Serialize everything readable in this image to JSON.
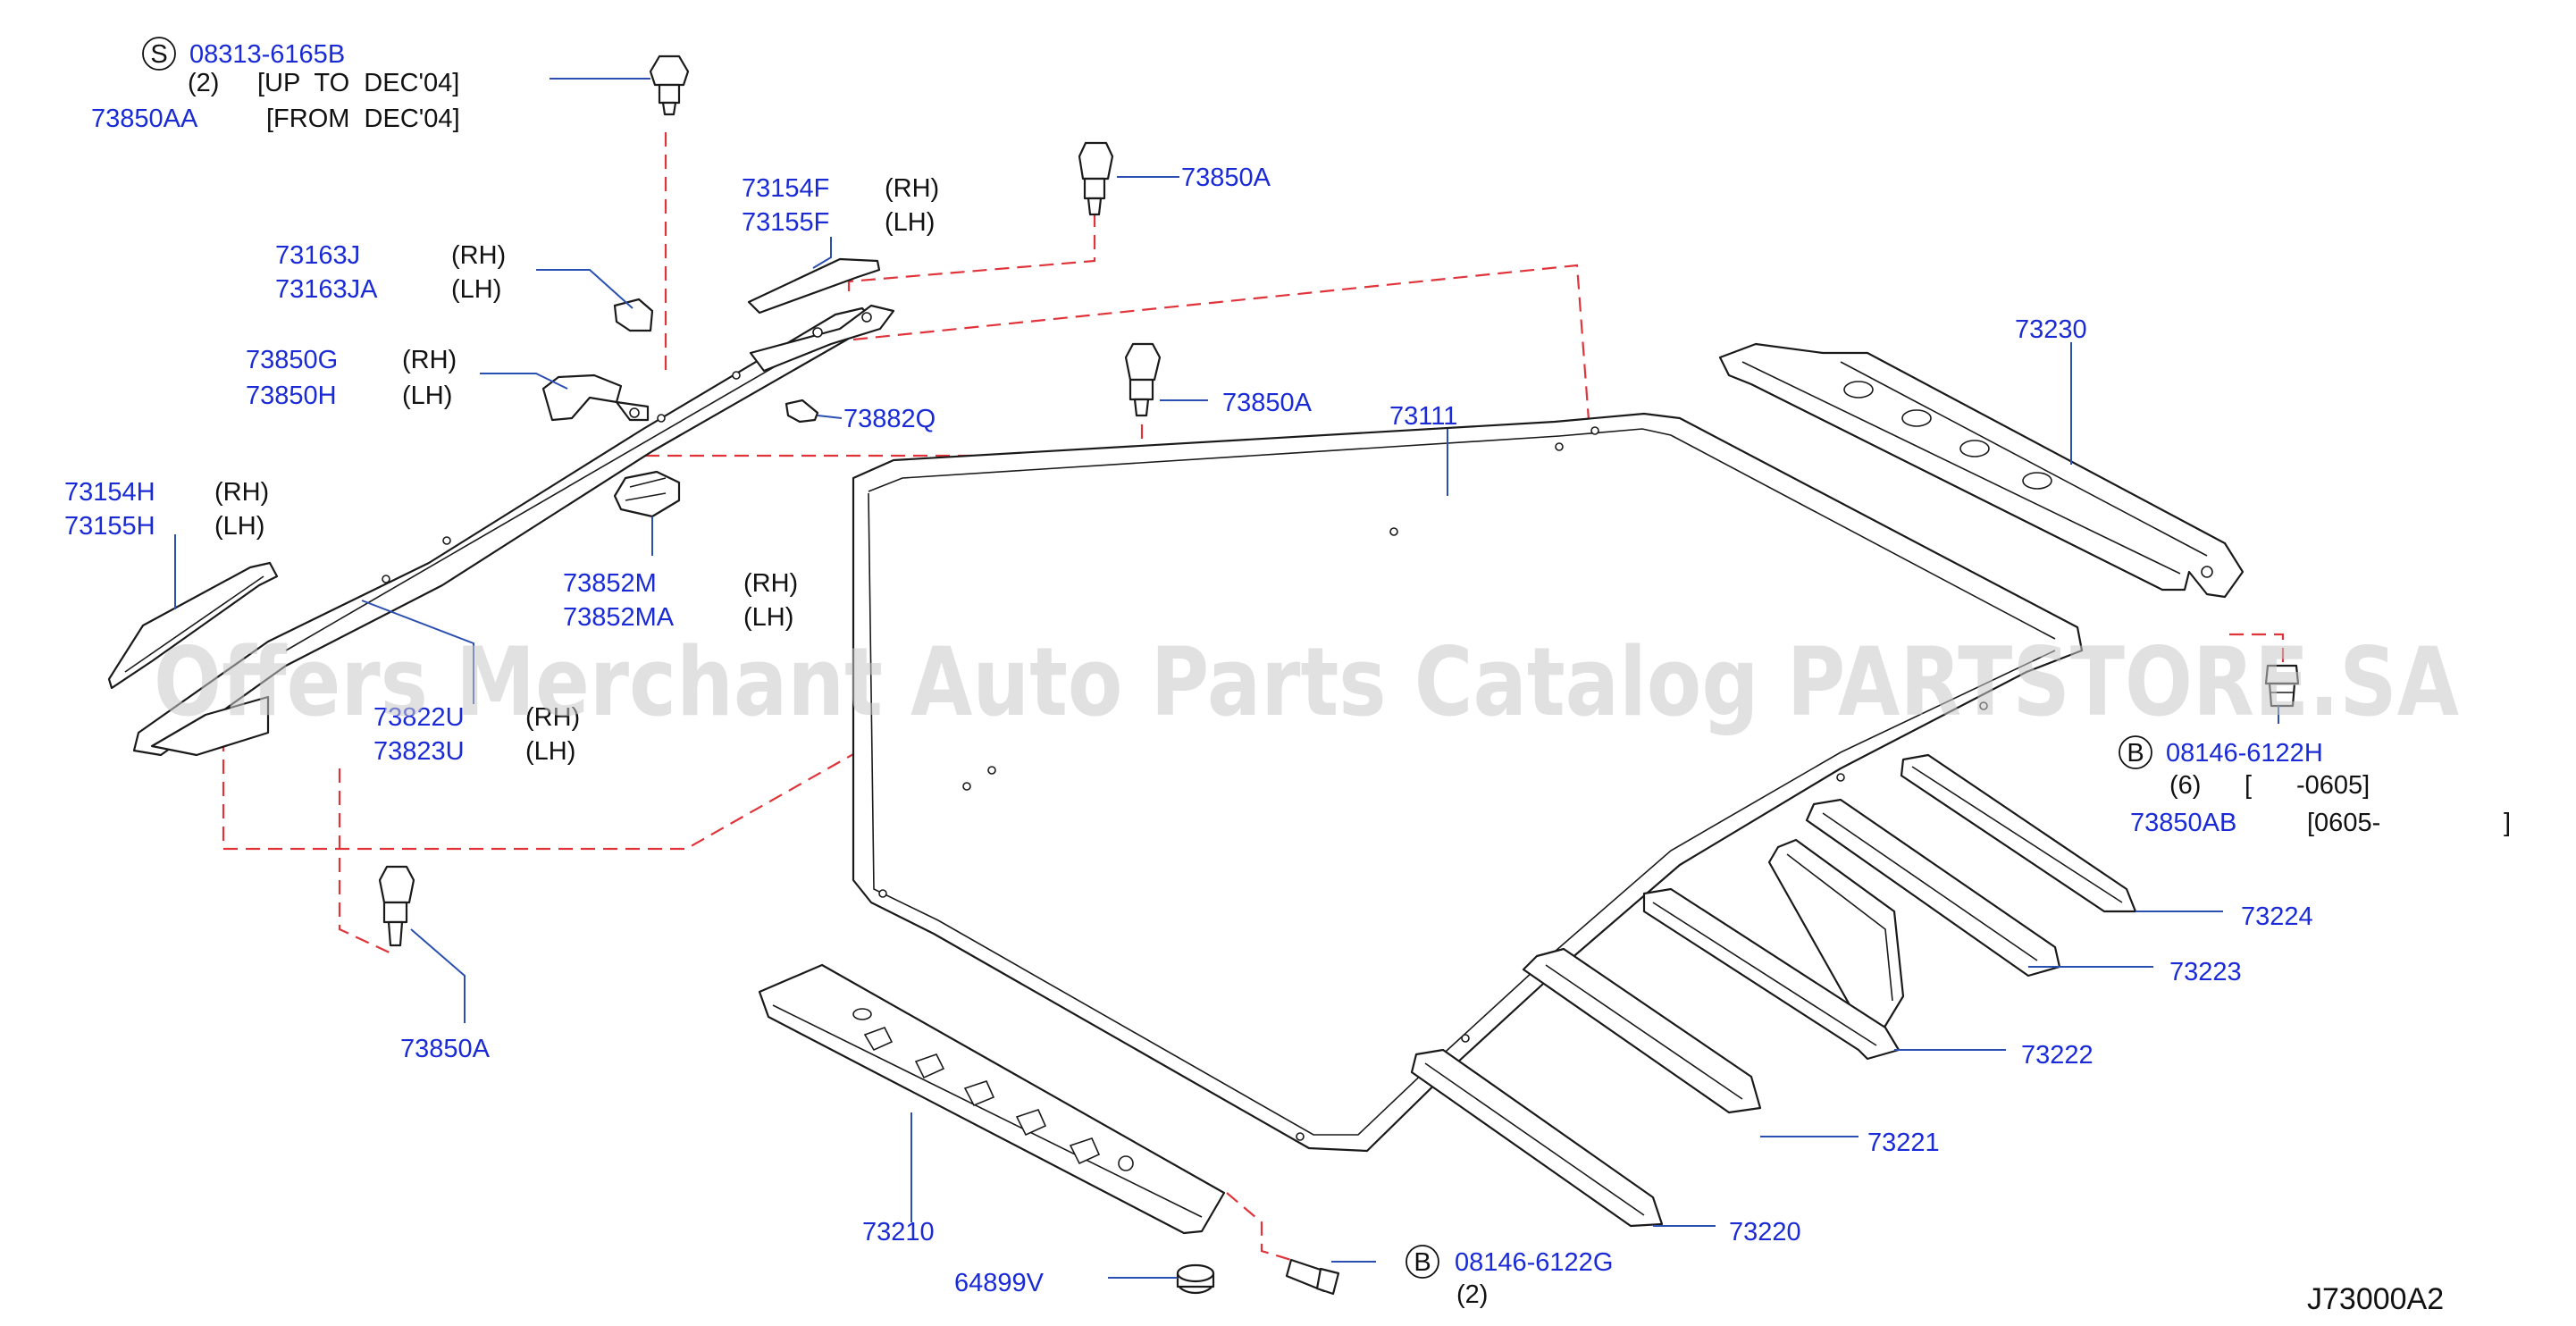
{
  "diagram_code": "J73000A2",
  "watermark": "Offers Merchant Auto Parts Catalog PARTSTORE.SA",
  "callouts": {
    "c1": {
      "circle": "S",
      "part": "08313-6165B",
      "qty": "(2)",
      "note": "[UP  TO  DEC'04]"
    },
    "c1b": {
      "part": "73850AA",
      "note": "[FROM  DEC'04]"
    },
    "c2": {
      "part_rh": "73154F",
      "rh": "(RH)",
      "part_lh": "73155F",
      "lh": "(LH)"
    },
    "c3": {
      "part": "73850A"
    },
    "c4": {
      "part_rh": "73163J",
      "rh": "(RH)",
      "part_lh": "73163JA",
      "lh": "(LH)"
    },
    "c5": {
      "part_rh": "73850G",
      "rh": "(RH)",
      "part_lh": "73850H",
      "lh": "(LH)"
    },
    "c6": {
      "part": "73882Q"
    },
    "c7": {
      "part": "73850A"
    },
    "c8": {
      "part": "73111"
    },
    "c9": {
      "part": "73230"
    },
    "c10": {
      "part_rh": "73154H",
      "rh": "(RH)",
      "part_lh": "73155H",
      "lh": "(LH)"
    },
    "c11": {
      "part_rh": "73852M",
      "rh": "(RH)",
      "part_lh": "73852MA",
      "lh": "(LH)"
    },
    "c12": {
      "part_rh": "73822U",
      "rh": "(RH)",
      "part_lh": "73823U",
      "lh": "(LH)"
    },
    "c13": {
      "circle": "B",
      "part": "08146-6122H",
      "qty": "(6)",
      "note_open": "[",
      "note_val": "-0605]"
    },
    "c13b": {
      "part": "73850AB",
      "note_open": "[0605-",
      "note_close": "]"
    },
    "c14": {
      "part": "73224"
    },
    "c15": {
      "part": "73223"
    },
    "c16": {
      "part": "73222"
    },
    "c17": {
      "part": "73221"
    },
    "c18": {
      "part": "73220"
    },
    "c19": {
      "part": "73850A"
    },
    "c20": {
      "part": "73210"
    },
    "c21": {
      "part": "64899V"
    },
    "c22": {
      "circle": "B",
      "part": "08146-6122G",
      "qty": "(2)"
    }
  },
  "colors": {
    "part_number": "#1a2bd6",
    "dashed_guide": "#e0343a",
    "leader": "#2a4fb0",
    "outline": "#1a1a1a"
  }
}
